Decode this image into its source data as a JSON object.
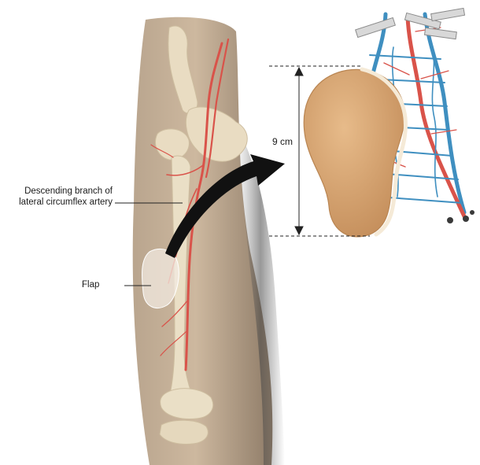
{
  "labels": {
    "descending_branch_line1": "Descending branch of",
    "descending_branch_line2": "lateral circumflex artery",
    "flap": "Flap",
    "dimension": "9 cm"
  },
  "colors": {
    "skin": "#c9b39a",
    "bone": "#e9dcc2",
    "artery": "#d9534a",
    "vein": "#3f8fc0",
    "flap": "#d9a877",
    "arrow": "#111111"
  }
}
